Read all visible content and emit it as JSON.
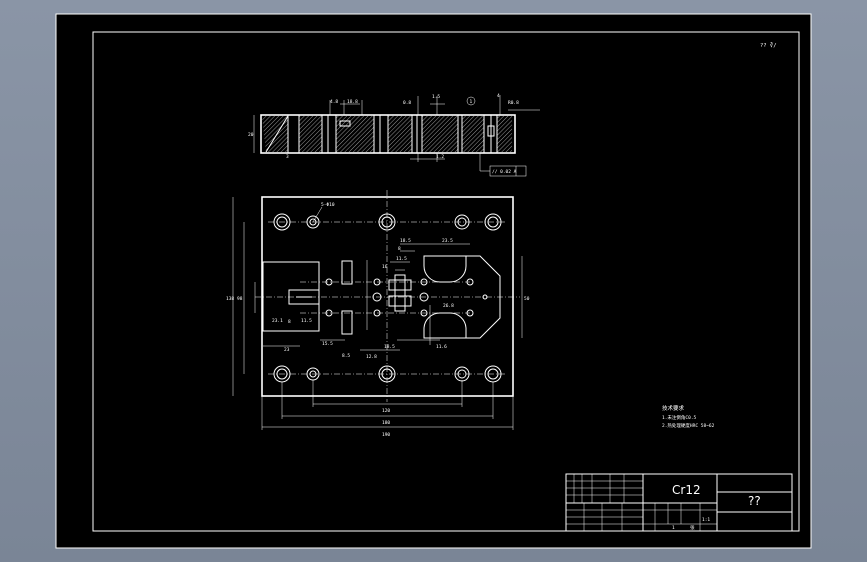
{
  "sheet": {
    "corner_mark": "?? ∛/",
    "material": "Cr12",
    "part_name": "??"
  },
  "notes": {
    "heading": "技术要求",
    "line1": "1.未注倒角C0.5",
    "line2": "2.热处理硬度HRC 58~62"
  },
  "section_view": {
    "dims_top": [
      "4.8",
      "18.8",
      "1.5",
      "R0.8",
      "0.8",
      "4"
    ],
    "tolerance_frame": "// 0.02 A",
    "datum": "A",
    "dims_bottom": [
      "1.2",
      "3"
    ],
    "height_label": "20",
    "balloon": "1"
  },
  "plan_view": {
    "hole_note": "5-Φ10",
    "dims": [
      "18.5",
      "23.5",
      "11.5",
      "8",
      "16",
      "26.8",
      "11.6",
      "18.5",
      "12.8",
      "11.5",
      "8.5",
      "23",
      "8",
      "15.5",
      "23.1",
      "190",
      "138",
      "180",
      "120",
      "98",
      "50"
    ]
  },
  "title_block": {
    "scale_label": "1:1",
    "sheet_label": "1",
    "count_label": "张"
  }
}
